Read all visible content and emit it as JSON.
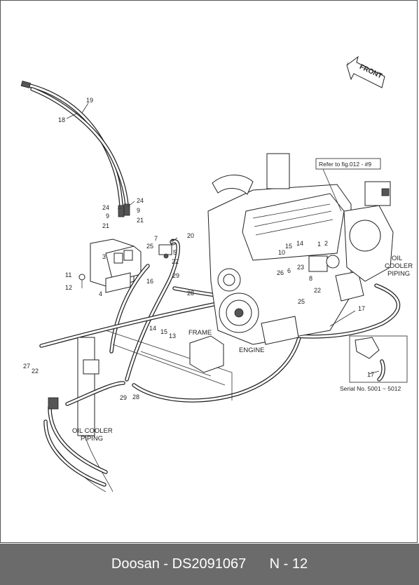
{
  "diagram": {
    "part_numbers": [
      {
        "id": "p19",
        "text": "19"
      },
      {
        "id": "p18",
        "text": "18"
      },
      {
        "id": "p24a",
        "text": "24"
      },
      {
        "id": "p24b",
        "text": "24"
      },
      {
        "id": "p9a",
        "text": "9"
      },
      {
        "id": "p9b",
        "text": "9"
      },
      {
        "id": "p21a",
        "text": "21"
      },
      {
        "id": "p21b",
        "text": "21"
      },
      {
        "id": "p7",
        "text": "7"
      },
      {
        "id": "p20",
        "text": "20"
      },
      {
        "id": "p25a",
        "text": "25"
      },
      {
        "id": "p5",
        "text": "5"
      },
      {
        "id": "p3",
        "text": "3"
      },
      {
        "id": "p22a",
        "text": "22"
      },
      {
        "id": "p11",
        "text": "11"
      },
      {
        "id": "p16",
        "text": "16"
      },
      {
        "id": "p29a",
        "text": "29"
      },
      {
        "id": "p12",
        "text": "12"
      },
      {
        "id": "p4",
        "text": "4"
      },
      {
        "id": "p28a",
        "text": "28"
      },
      {
        "id": "p14a",
        "text": "14"
      },
      {
        "id": "p15a",
        "text": "15"
      },
      {
        "id": "p13",
        "text": "13"
      },
      {
        "id": "p27",
        "text": "27"
      },
      {
        "id": "p22b",
        "text": "22"
      },
      {
        "id": "p29b",
        "text": "29"
      },
      {
        "id": "p28b",
        "text": "28"
      },
      {
        "id": "p15b",
        "text": "15"
      },
      {
        "id": "p14b",
        "text": "14"
      },
      {
        "id": "p1",
        "text": "1"
      },
      {
        "id": "p2",
        "text": "2"
      },
      {
        "id": "p10",
        "text": "10"
      },
      {
        "id": "p26",
        "text": "26"
      },
      {
        "id": "p6",
        "text": "6"
      },
      {
        "id": "p23",
        "text": "23"
      },
      {
        "id": "p8",
        "text": "8"
      },
      {
        "id": "p22c",
        "text": "22"
      },
      {
        "id": "p25b",
        "text": "25"
      },
      {
        "id": "p17a",
        "text": "17"
      },
      {
        "id": "p17b",
        "text": "17"
      }
    ],
    "captions": {
      "front": "FRONT",
      "refer": "Refer to fig.012 - #9",
      "oil_cooler_right_1": "OIL",
      "oil_cooler_right_2": "COOLER",
      "oil_cooler_right_3": "PIPING",
      "frame": "FRAME",
      "engine": "ENGINE",
      "serial": "Serial No. 5001 ~ 5012",
      "oil_cooler_left_1": "OIL COOLER",
      "oil_cooler_left_2": "PIPING"
    }
  },
  "footer": {
    "brand": "Doosan",
    "separator": " - ",
    "part_code": "DS2091067",
    "page": "N - 12"
  }
}
